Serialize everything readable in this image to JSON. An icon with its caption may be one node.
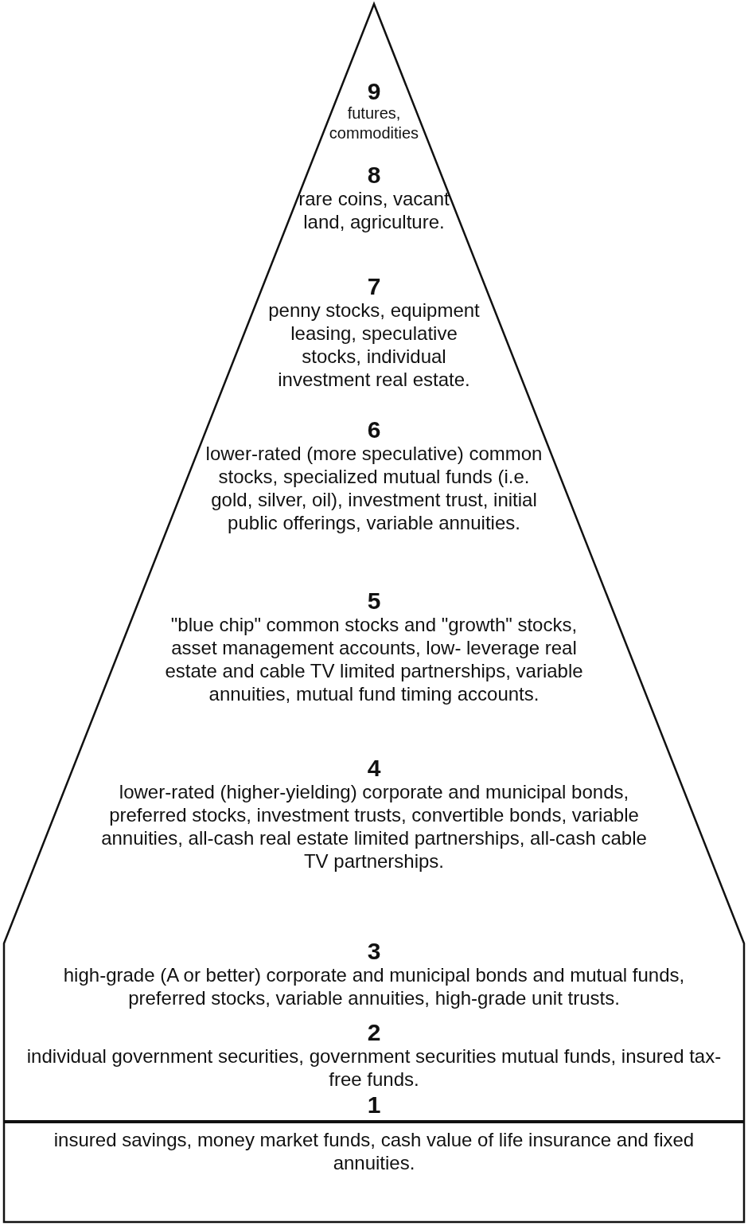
{
  "diagram": {
    "nodes": [
      {
        "text": [
          "9",
          "futures, commodities"
        ]
      },
      {
        "text": [
          "8",
          "rare coins, vacant land, agriculture."
        ]
      },
      {
        "text": [
          "7",
          "penny stocks, equipment leasing, speculative stocks, individual investment real estate."
        ]
      },
      {
        "text": [
          "6",
          "lower-rated (more speculative) common stocks, specialized mutual funds (i.e. gold, silver, oil), investment trust, initial public offerings, variable annuities."
        ]
      },
      {
        "text": [
          "5",
          "\"blue chip\" common stocks and \"growth\" stocks, asset management accounts, low- leverage real estate and cable TV limited partnerships, variable annuities, mutual fund timing accounts."
        ]
      },
      {
        "text": [
          "4",
          "lower-rated (higher-yielding) corporate and municipal bonds, preferred stocks, investment trusts, convertible bonds, variable annuities, all-cash real estate limited partnerships, all-cash cable TV partnerships."
        ]
      },
      {
        "text": [
          "3",
          "high-grade (A or better) corporate and municipal bonds and mutual funds, preferred stocks, variable annuities, high-grade unit trusts."
        ]
      },
      {
        "text": [
          "2",
          "individual government securities, government securities mutual funds, insured tax-free funds."
        ]
      },
      {
        "text": [
          "1",
          "insured savings, money market funds, cash value of life insurance and fixed annuities."
        ]
      }
    ]
  }
}
